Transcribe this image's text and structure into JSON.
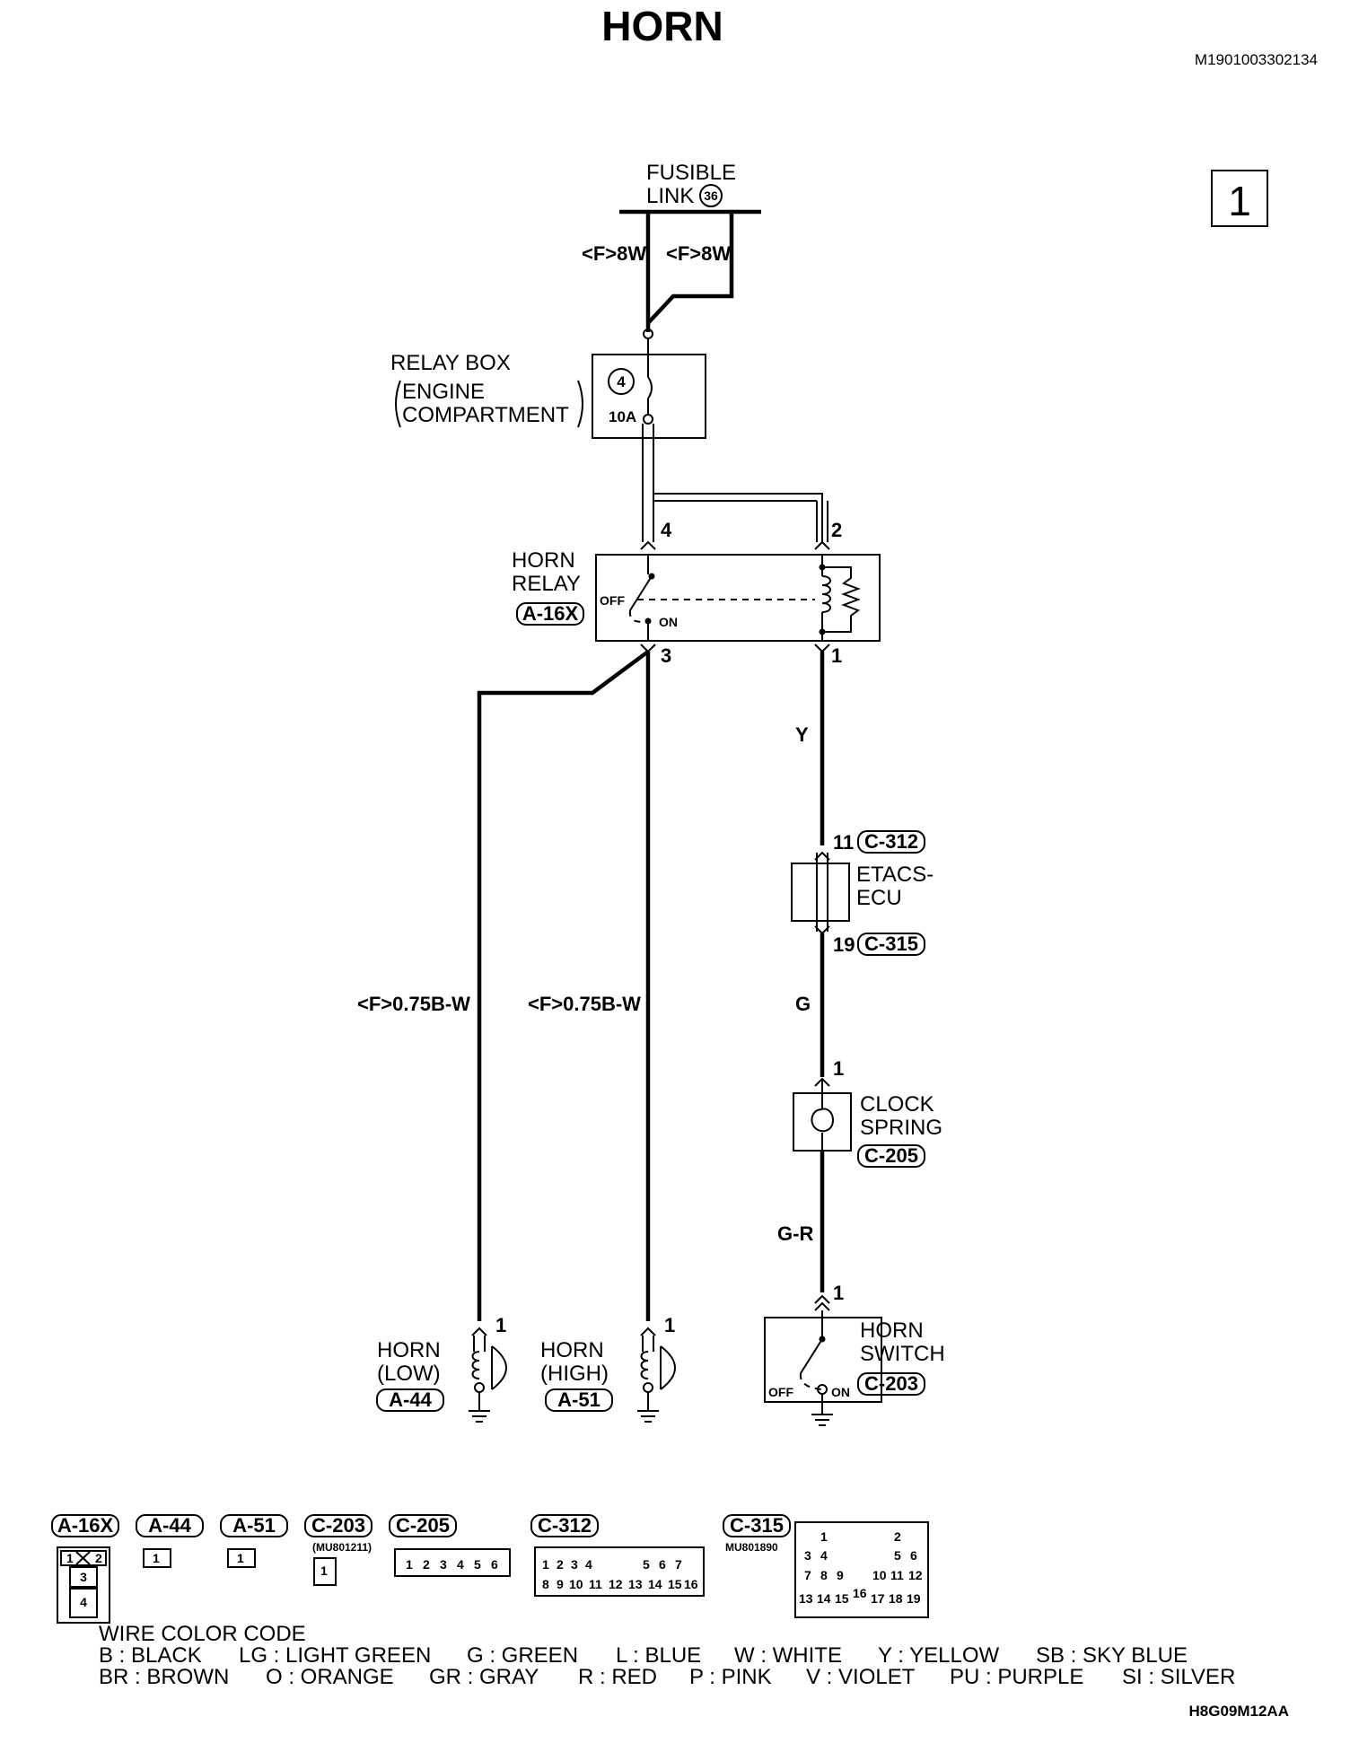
{
  "title": "HORN",
  "doc_id": "M1901003302134",
  "page_number": "1",
  "figure_id": "H8G09M12AA",
  "fusible_link": {
    "line1": "FUSIBLE",
    "line2": "LINK",
    "number": "36"
  },
  "wires": {
    "fuse_left": "<F>8W",
    "fuse_right": "<F>8W",
    "horn_low": "<F>0.75B-W",
    "horn_high": "<F>0.75B-W",
    "relay_to_etacs": "Y",
    "etacs_to_clock": "G",
    "clock_to_switch": "G-R"
  },
  "relay_box": {
    "line1": "RELAY BOX",
    "line2": "ENGINE",
    "line3": "COMPARTMENT",
    "fuse_number": "4",
    "fuse_rating": "10A"
  },
  "horn_relay": {
    "line1": "HORN",
    "line2": "RELAY",
    "connector": "A-16X",
    "off": "OFF",
    "on": "ON",
    "pins": {
      "p4": "4",
      "p2": "2",
      "p3": "3",
      "p1": "1"
    }
  },
  "etacs": {
    "line1": "ETACS-",
    "line2": "ECU",
    "pin_in": "11",
    "conn_in": "C-312",
    "pin_out": "19",
    "conn_out": "C-315"
  },
  "clock_spring": {
    "line1": "CLOCK",
    "line2": "SPRING",
    "connector": "C-205",
    "pin": "1"
  },
  "horn_low": {
    "line1": "HORN",
    "line2": "(LOW)",
    "connector": "A-44",
    "pin": "1"
  },
  "horn_high": {
    "line1": "HORN",
    "line2": "(HIGH)",
    "connector": "A-51",
    "pin": "1"
  },
  "horn_switch": {
    "line1": "HORN",
    "line2": "SWITCH",
    "connector": "C-203",
    "pin": "1",
    "off": "OFF",
    "on": "ON"
  },
  "connectors": [
    {
      "id": "A-16X",
      "pins": [
        "1",
        "2",
        "3",
        "4"
      ]
    },
    {
      "id": "A-44",
      "pins": [
        "1"
      ]
    },
    {
      "id": "A-51",
      "pins": [
        "1"
      ]
    },
    {
      "id": "C-203",
      "part": "(MU801211)",
      "pins": [
        "1"
      ]
    },
    {
      "id": "C-205",
      "pins": [
        "1",
        "2",
        "3",
        "4",
        "5",
        "6"
      ]
    },
    {
      "id": "C-312",
      "pins": [
        "1",
        "2",
        "3",
        "4",
        "5",
        "6",
        "7",
        "8",
        "9",
        "10",
        "11",
        "12",
        "13",
        "14",
        "15",
        "16"
      ]
    },
    {
      "id": "C-315",
      "part": "MU801890",
      "pins": [
        "1",
        "2",
        "3",
        "4",
        "5",
        "6",
        "7",
        "8",
        "9",
        "10",
        "11",
        "12",
        "13",
        "14",
        "15",
        "16",
        "17",
        "18",
        "19"
      ]
    }
  ],
  "wire_color_code": {
    "heading": "WIRE COLOR CODE",
    "row1": [
      "B : BLACK",
      "LG : LIGHT GREEN",
      "G : GREEN",
      "L : BLUE",
      "W : WHITE",
      "Y : YELLOW",
      "SB : SKY BLUE"
    ],
    "row2": [
      "BR : BROWN",
      "O : ORANGE",
      "GR : GRAY",
      "R : RED",
      "P : PINK",
      "V : VIOLET",
      "PU : PURPLE",
      "SI : SILVER"
    ]
  }
}
